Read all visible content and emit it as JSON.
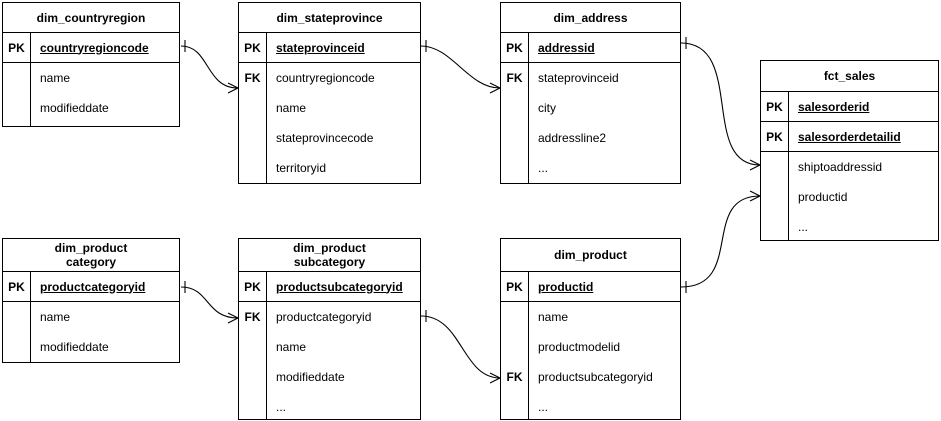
{
  "diagram": {
    "title": "star schema entity relationship diagram",
    "background_color": "#ffffff",
    "line_color": "#000000"
  },
  "entities": [
    {
      "id": "dim_countryregion",
      "title": "dim_countryregion",
      "keys": [
        {
          "tag": "PK",
          "name": "countryregioncode",
          "style": "pk"
        }
      ],
      "attributes": [
        {
          "tag": "",
          "name": "name"
        },
        {
          "tag": "",
          "name": "modifieddate"
        }
      ]
    },
    {
      "id": "dim_stateprovince",
      "title": "dim_stateprovince",
      "keys": [
        {
          "tag": "PK",
          "name": "stateprovinceid",
          "style": "pk"
        }
      ],
      "attributes": [
        {
          "tag": "FK",
          "name": "countryregioncode"
        },
        {
          "tag": "",
          "name": "name"
        },
        {
          "tag": "",
          "name": "stateprovincecode"
        },
        {
          "tag": "",
          "name": "territoryid"
        }
      ]
    },
    {
      "id": "dim_address",
      "title": "dim_address",
      "keys": [
        {
          "tag": "PK",
          "name": "addressid",
          "style": "pk"
        }
      ],
      "attributes": [
        {
          "tag": "FK",
          "name": "stateprovinceid"
        },
        {
          "tag": "",
          "name": "city"
        },
        {
          "tag": "",
          "name": "addressline2"
        },
        {
          "tag": "",
          "name": "..."
        }
      ]
    },
    {
      "id": "fct_sales",
      "title": "fct_sales",
      "keys": [
        {
          "tag": "PK",
          "name": "salesorderid",
          "style": "pk"
        },
        {
          "tag": "PK",
          "name": "salesorderdetailid",
          "style": "pk"
        }
      ],
      "attributes": [
        {
          "tag": "",
          "name": "shiptoaddressid"
        },
        {
          "tag": "",
          "name": "productid"
        },
        {
          "tag": "",
          "name": "..."
        }
      ]
    },
    {
      "id": "dim_productcategory",
      "title": "dim_product\ncategory",
      "keys": [
        {
          "tag": "PK",
          "name": "productcategoryid",
          "style": "pk"
        }
      ],
      "attributes": [
        {
          "tag": "",
          "name": "name"
        },
        {
          "tag": "",
          "name": "modifieddate"
        }
      ]
    },
    {
      "id": "dim_productsubcategory",
      "title": "dim_product\nsubcategory",
      "keys": [
        {
          "tag": "PK",
          "name": "productsubcategoryid",
          "style": "pk"
        }
      ],
      "attributes": [
        {
          "tag": "FK",
          "name": "productcategoryid"
        },
        {
          "tag": "",
          "name": "name"
        },
        {
          "tag": "",
          "name": "modifieddate"
        },
        {
          "tag": "",
          "name": "..."
        }
      ]
    },
    {
      "id": "dim_product",
      "title": "dim_product",
      "keys": [
        {
          "tag": "PK",
          "name": "productid",
          "style": "pk"
        }
      ],
      "attributes": [
        {
          "tag": "",
          "name": "name"
        },
        {
          "tag": "",
          "name": "productmodelid"
        },
        {
          "tag": "FK",
          "name": "productsubcategoryid"
        },
        {
          "tag": "",
          "name": "..."
        }
      ]
    }
  ],
  "relationships": [
    {
      "from": "dim_countryregion.countryregioncode",
      "to": "dim_stateprovince.countryregioncode",
      "cardinality": "one-to-many"
    },
    {
      "from": "dim_stateprovince.stateprovinceid",
      "to": "dim_address.stateprovinceid",
      "cardinality": "one-to-many"
    },
    {
      "from": "dim_address.addressid",
      "to": "fct_sales.shiptoaddressid",
      "cardinality": "one-to-many"
    },
    {
      "from": "dim_product.productid",
      "to": "fct_sales.productid",
      "cardinality": "one-to-many"
    },
    {
      "from": "dim_productcategory.productcategoryid",
      "to": "dim_productsubcategory.productcategoryid",
      "cardinality": "one-to-many"
    },
    {
      "from": "dim_productsubcategory.productsubcategoryid",
      "to": "dim_product.productsubcategoryid",
      "cardinality": "one-to-many"
    }
  ]
}
